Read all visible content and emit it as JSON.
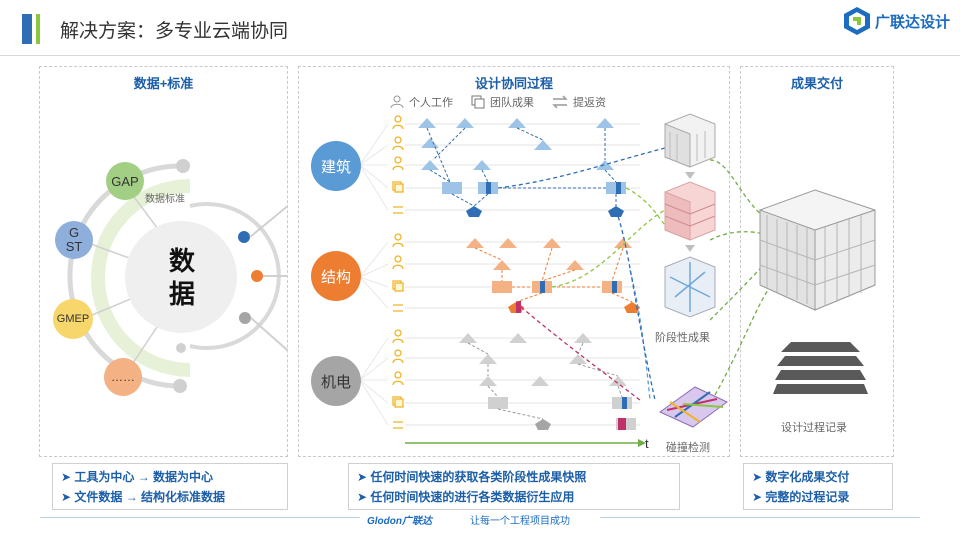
{
  "header": {
    "title": "解决方案：多专业云端协同",
    "logo_text": "广联达设计"
  },
  "left_panel": {
    "title": "数据+标准",
    "center_label": "数据",
    "standard_label": "数据标准",
    "bubbles": [
      {
        "label": "GAP",
        "color": "#a3cf85"
      },
      {
        "label": "GST",
        "color": "#8eaedc"
      },
      {
        "label": "GMEP",
        "color": "#f7d66c"
      },
      {
        "label": "……",
        "color": "#f4b183"
      }
    ]
  },
  "middle_panel": {
    "title": "设计协同过程",
    "legend": [
      {
        "icon": "person-icon",
        "label": "个人工作"
      },
      {
        "icon": "copy-icon",
        "label": "团队成果"
      },
      {
        "icon": "exchange-icon",
        "label": "提返资"
      }
    ],
    "disciplines": [
      {
        "label": "建筑",
        "color": "#5b9bd5"
      },
      {
        "label": "结构",
        "color": "#ed7d31"
      },
      {
        "label": "机电",
        "color": "#a5a5a5"
      }
    ],
    "time_axis_label": "t",
    "stage_label": "阶段性成果",
    "clash_label": "碰撞检测"
  },
  "right_panel": {
    "title": "成果交付",
    "record_label": "设计过程记录"
  },
  "bottom": {
    "left": [
      "工具为中心 → 数据为中心",
      "文件数据 → 结构化标准数据"
    ],
    "middle": [
      "任何时间快速的获取各类阶段性成果快照",
      "任何时间快速的进行各类数据衍生应用"
    ],
    "right": [
      "数字化成果交付",
      "完整的过程记录"
    ]
  },
  "footer": {
    "brand": "Glodon广联达",
    "slogan": "让每一个工程项目成功"
  },
  "colors": {
    "primary_blue": "#1c5fa8",
    "arch": "#5b9bd5",
    "struct": "#ed7d31",
    "mep": "#a5a5a5"
  }
}
